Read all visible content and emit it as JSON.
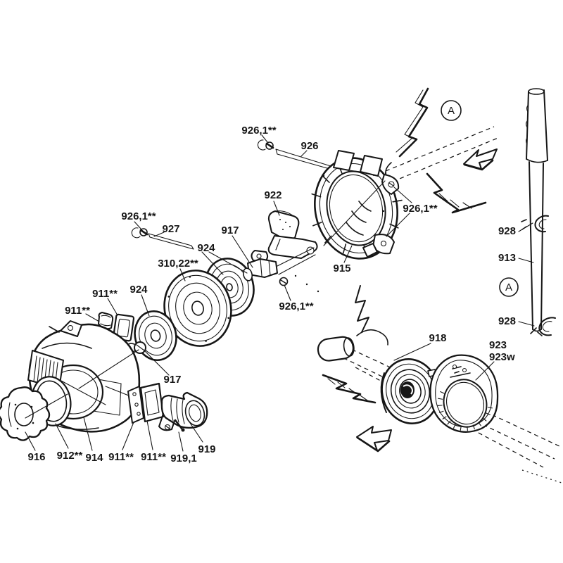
{
  "figure": {
    "type": "exploded-view-parts-diagram",
    "background": "#ffffff",
    "ink": "#161616",
    "view_markers": {
      "top": "A",
      "right": "A"
    },
    "labels": {
      "top_pin_clip": "926,1**",
      "top_pin": "926",
      "clamp_upper": "928",
      "tube": "913",
      "clamp_lower": "928",
      "ring_screw": "926,1**",
      "bracket": "922",
      "ring": "915",
      "shaft_nut": "926,1**",
      "left_pin_clip": "926,1**",
      "rod": "927",
      "hub_front": "917",
      "pulley_pair": "924",
      "pulley_large": "310,22**",
      "pulley_mid": "924",
      "clip_a": "911**",
      "clip_b": "911**",
      "hub_rear": "917",
      "spring": "918",
      "cover_plate": "923",
      "cover_plate_w": "923w",
      "knob": "916",
      "seal_ring": "912**",
      "housing": "914",
      "plate_a": "911**",
      "plate_b": "911**",
      "motor_pin": "919,1",
      "starter_motor": "919"
    }
  }
}
